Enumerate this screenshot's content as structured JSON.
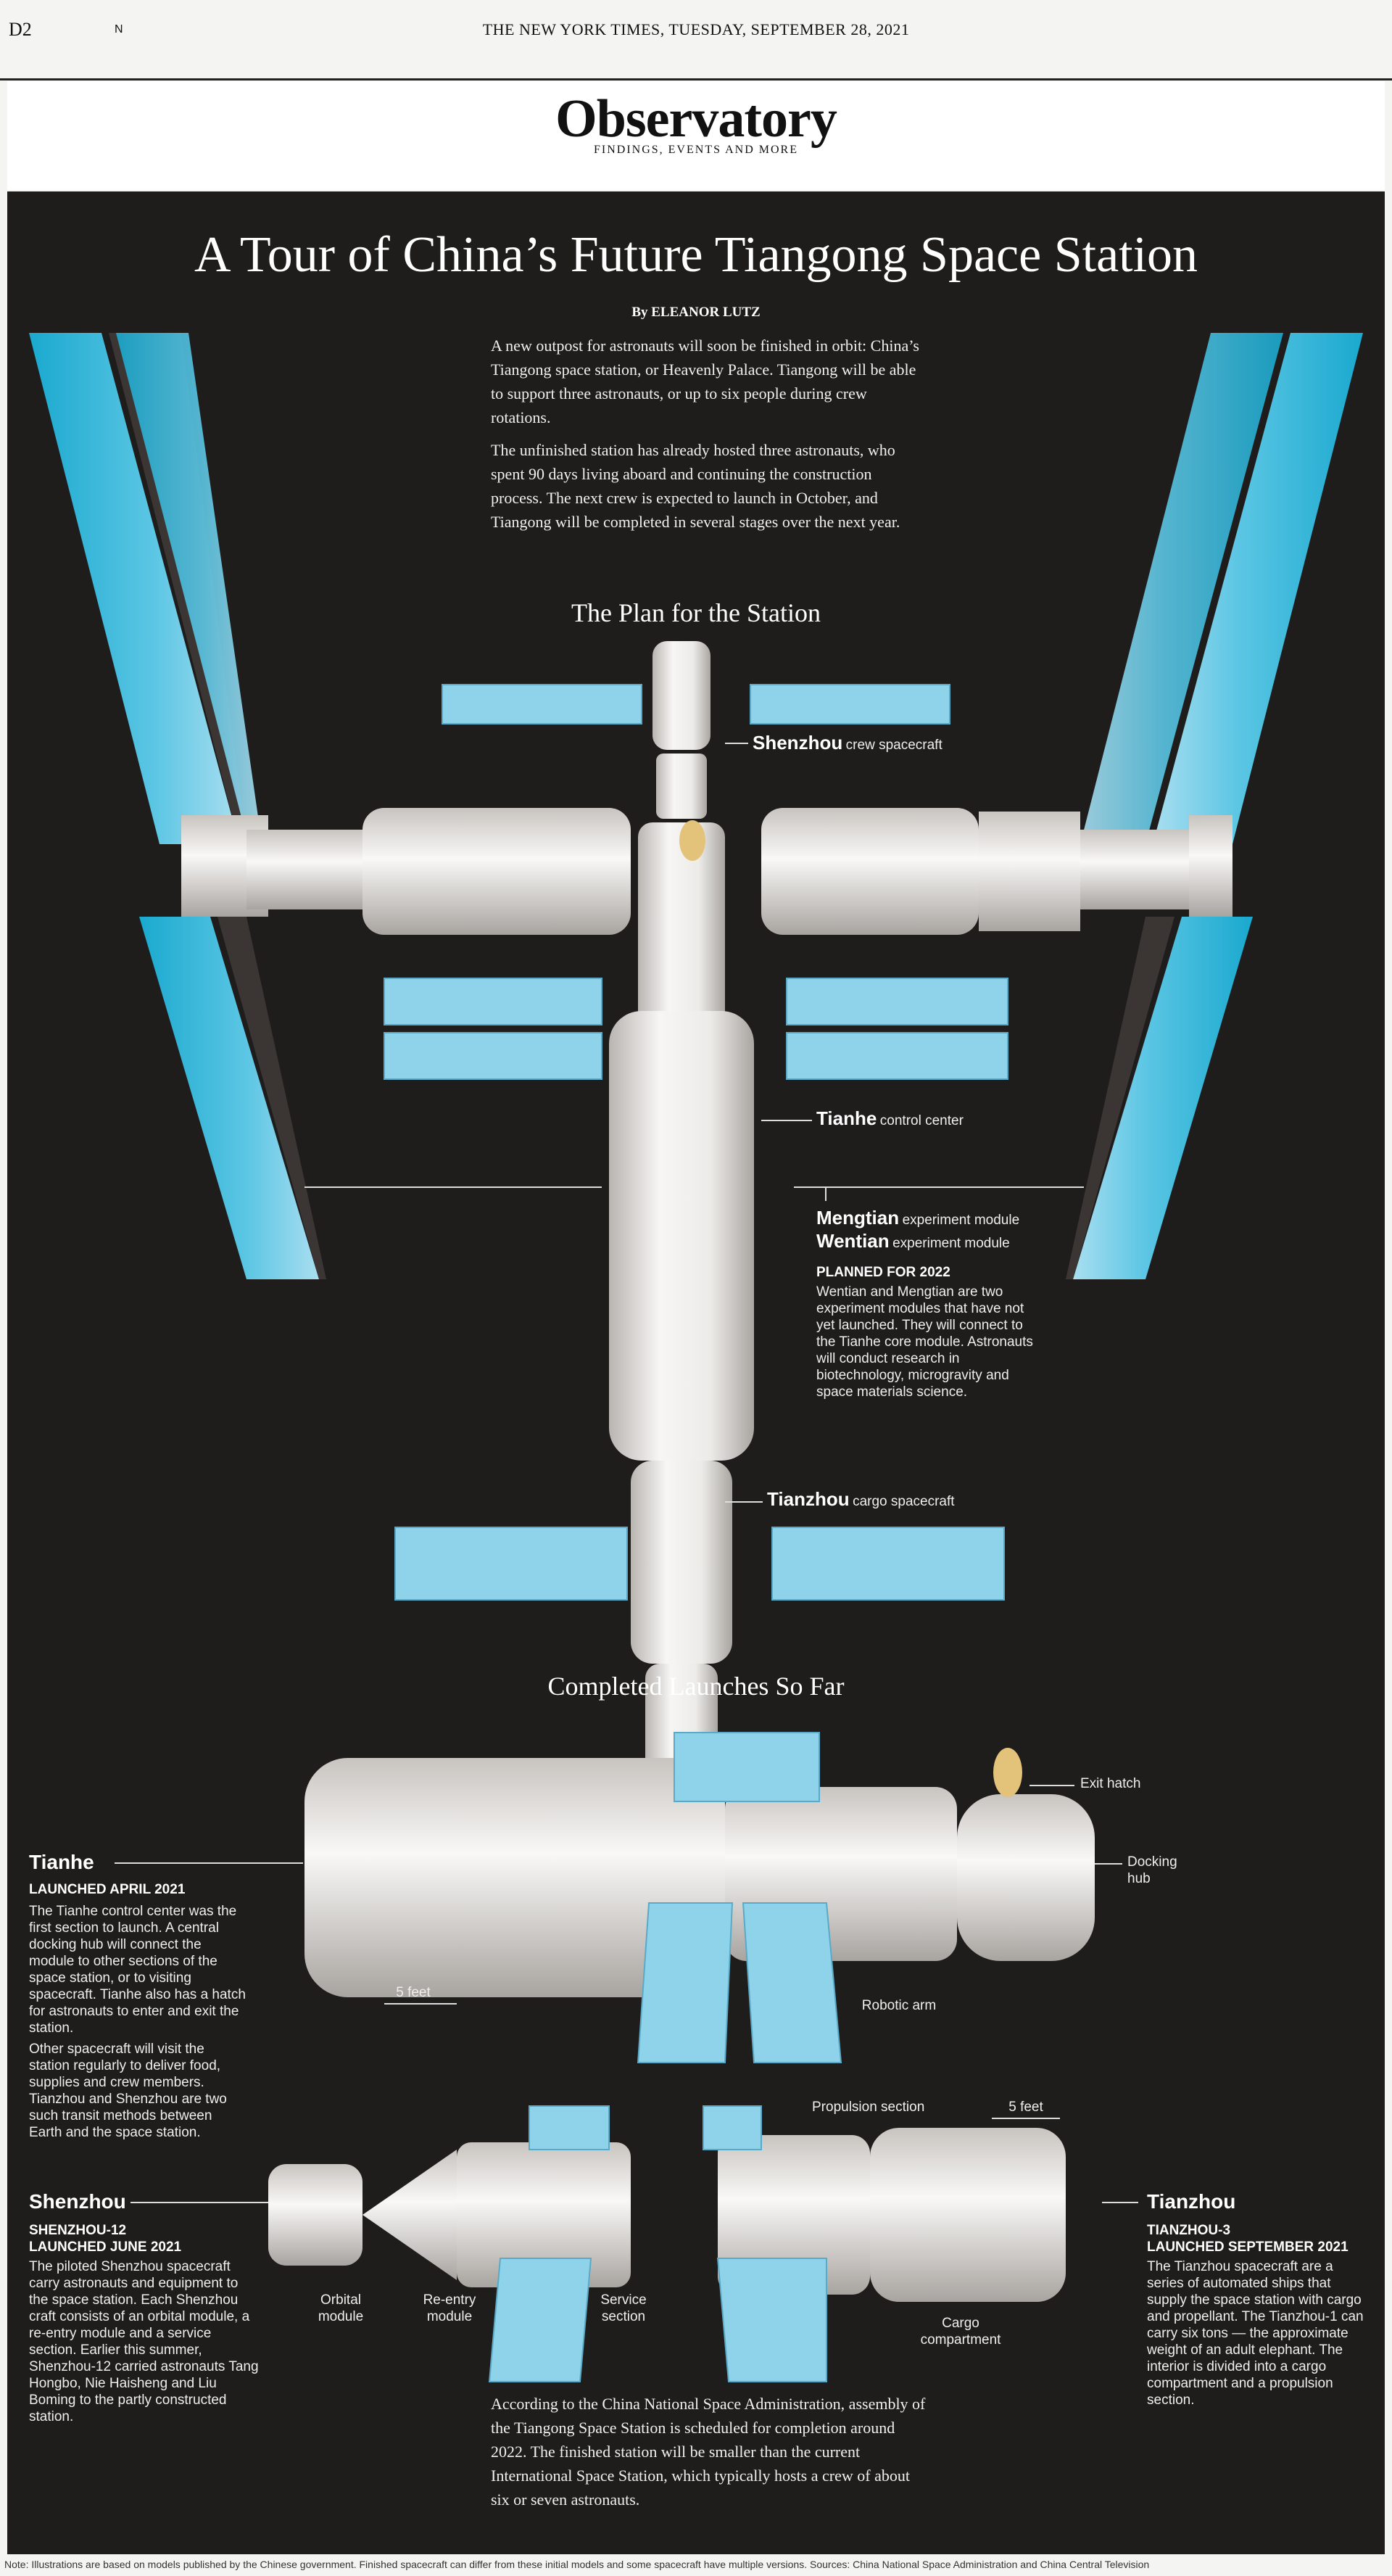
{
  "masthead": {
    "page_number": "D2",
    "edition": "N",
    "dateline": "THE NEW YORK TIMES, TUESDAY, SEPTEMBER 28, 2021",
    "section_title": "Observatory",
    "section_subtitle": "FINDINGS, EVENTS AND MORE"
  },
  "article": {
    "headline": "A Tour of China’s Future Tiangong Space Station",
    "byline": "By ELEANOR LUTZ",
    "intro_paragraphs": [
      "A new outpost for astronauts will soon be finished in orbit: China’s Tiangong space station, or Heavenly Palace. Tiangong will be able to support three astronauts, or up to six people during crew rotations.",
      "The unfinished station has already hosted three astronauts, who spent 90 days living aboard and continuing the construction process. The next crew is expected to launch in October, and Tiangong will be completed in several stages over the next year."
    ],
    "closing_paragraph": "According to the China National Space Administration, assembly of the Tiangong Space Station is scheduled for completion around 2022. The finished station will be smaller than the current International Space Station, which typically hosts a crew of about six or seven astronauts."
  },
  "plan": {
    "heading": "The Plan for the Station",
    "labels": {
      "shenzhou_name": "Shenzhou",
      "shenzhou_role": "crew spacecraft",
      "tianhe_name": "Tianhe",
      "tianhe_role": "control center",
      "mengtian_name": "Mengtian",
      "mengtian_role": "experiment module",
      "wentian_name": "Wentian",
      "wentian_role": "experiment module",
      "tianzhou_name": "Tianzhou",
      "tianzhou_role": "cargo spacecraft"
    },
    "planned_heading": "PLANNED FOR 2022",
    "planned_text": "Wentian and Mengtian are two experiment modules that have not yet launched. They will connect to the Tianhe core module. Astronauts will conduct research in biotechnology, microgravity and space materials science."
  },
  "completed": {
    "heading": "Completed Launches So Far",
    "tianhe": {
      "name": "Tianhe",
      "launched": "LAUNCHED APRIL 2021",
      "text1": "The Tianhe control center was the first section to launch. A central docking hub will connect the module to other sections of the space station, or to visiting spacecraft. Tianhe also has a hatch for astronauts to enter and exit the station.",
      "text2": "Other spacecraft will visit the station regularly to deliver food, supplies and crew members. Tianzhou and Shenzhou are two such transit methods between Earth and the space station.",
      "scale": "5 feet",
      "callouts": {
        "exit_hatch": "Exit hatch",
        "docking_hub": "Docking hub",
        "robotic_arm": "Robotic arm"
      }
    },
    "shenzhou": {
      "name": "Shenzhou",
      "mission": "SHENZHOU-12",
      "launched": "LAUNCHED JUNE 2021",
      "text": "The piloted Shenzhou spacecraft carry astronauts and equipment to the space station. Each Shenzhou craft consists of an orbital module, a re-entry module and a service section. Earlier this summer, Shenzhou-12 carried astronauts Tang Hongbo, Nie Haisheng and Liu Boming to the partly constructed station.",
      "callouts": {
        "orbital": "Orbital module",
        "reentry": "Re-entry module",
        "service": "Service section"
      }
    },
    "tianzhou": {
      "name": "Tianzhou",
      "mission": "TIANZHOU-3",
      "launched": "LAUNCHED SEPTEMBER 2021",
      "text": "The Tianzhou spacecraft are a series of automated ships that supply the space station with cargo and propellant. The Tianzhou-1 can carry six tons — the approximate weight of an adult elephant. The interior is divided into a cargo compartment and a propulsion section.",
      "scale": "5 feet",
      "callouts": {
        "propulsion": "Propulsion section",
        "cargo": "Cargo compartment"
      }
    }
  },
  "footer_note": "Note: Illustrations are based on models published by the Chinese government. Finished spacecraft can differ from these initial models and some spacecraft have multiple versions. Sources: China National Space Administration and China Central Television",
  "colors": {
    "panel": "#1f1c1c",
    "solar": "#8fd3ea",
    "solar_dark": "#1aa9cf",
    "module": "#ecebe8"
  }
}
